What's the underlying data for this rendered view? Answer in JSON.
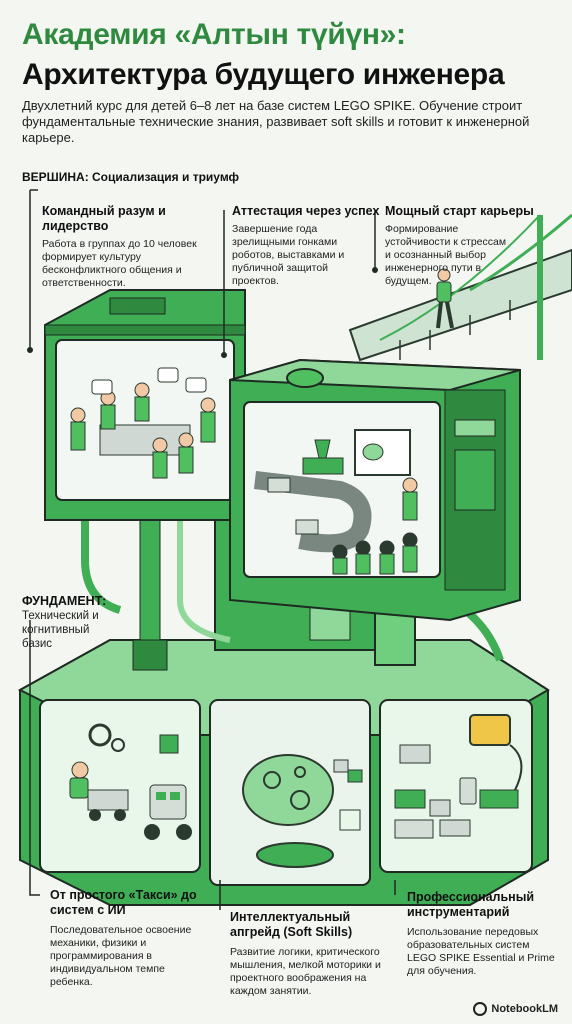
{
  "header": {
    "title_line1": "Академия «Алтын түйүн»:",
    "title_line2": "Архитектура будущего инженера",
    "intro": "Двухлетний курс для детей 6–8 лет на базе систем LEGO SPIKE. Обучение строит фундаментальные технические знания, развивает soft skills и готовит к инженерной карьере."
  },
  "top_section": {
    "label": "ВЕРШИНА: Социализация и триумф",
    "cards": [
      {
        "title": "Командный разум и лидерство",
        "text": "Работа в группах до 10 человек формирует культуру бесконфликтного общения и ответственности."
      },
      {
        "title": "Аттестация через успех",
        "text": "Завершение года зрелищными гонками роботов, выставками и публичной защитой проектов."
      },
      {
        "title": "Мощный старт карьеры",
        "text": "Формирование устойчивости к стрессам и осознанный выбор инженерного пути в будущем."
      }
    ]
  },
  "foundation": {
    "label_bold": "ФУНДАМЕНТ:",
    "label_text": "Технический и когнитивный базис"
  },
  "bottom_cards": [
    {
      "title": "От простого «Такси» до систем с ИИ",
      "text": "Последовательное освоение механики, физики и программирования в индивидуальном темпе ребенка."
    },
    {
      "title": "Интеллектуальный апгрейд (Soft Skills)",
      "text": "Развитие логики, критического мышления, мелкой моторики и проектного воображения на каждом занятии."
    },
    {
      "title": "Профессиональный инструментарий",
      "text": "Использование передовых образовательных систем LEGO SPIKE Essential и Prime для обучения."
    }
  ],
  "footer": {
    "brand": "NotebookLM"
  },
  "colors": {
    "accent": "#2f8a3f",
    "green_light": "#8fd89a",
    "green_mid": "#3fae55",
    "dark": "#1e2a22"
  }
}
